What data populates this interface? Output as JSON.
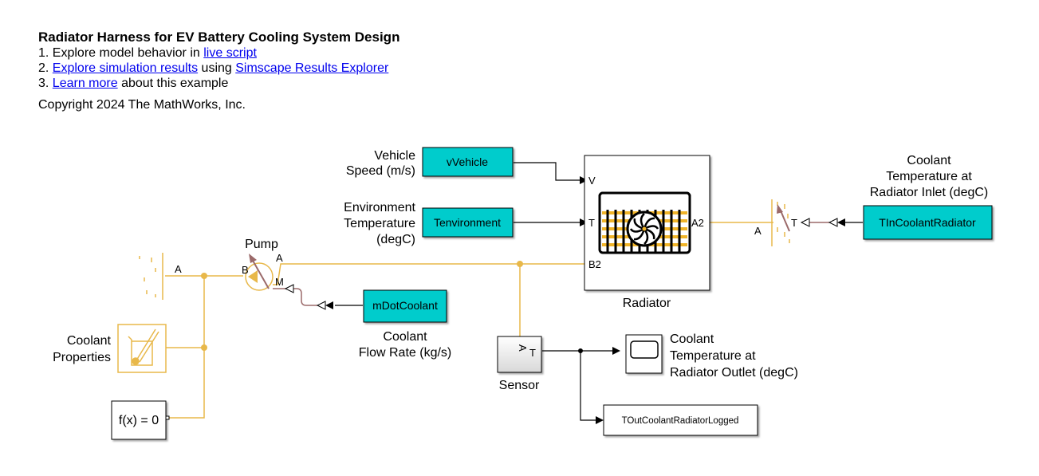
{
  "header": {
    "title": "Radiator Harness for EV Battery Cooling System Design",
    "line1": {
      "prefix": "1. Explore model behavior in ",
      "link": "live script"
    },
    "line2": {
      "prefix": "2. ",
      "link1": "Explore simulation results",
      "mid": " using ",
      "link2": "Simscape Results Explorer"
    },
    "line3": {
      "prefix": "3. ",
      "link": "Learn more",
      "suffix": " about this example"
    },
    "copyright": "Copyright 2024 The MathWorks, Inc."
  },
  "colors": {
    "block_cyan": "#00cccc",
    "thermal_liquid": "#e8b84a",
    "physical_signal": "#9b6a6a",
    "signal": "#000000"
  },
  "blocks": {
    "vVehicle": {
      "text": "vVehicle",
      "label_line1": "Vehicle",
      "label_line2": "Speed (m/s)"
    },
    "tEnv": {
      "text": "Tenvironment",
      "label_line1": "Environment",
      "label_line2": "Temperature",
      "label_line3": "(degC)"
    },
    "radiator": {
      "label": "Radiator",
      "port_v": "V",
      "port_t": "T",
      "port_a2": "A2",
      "port_b2": "B2",
      "icon": "radiator-fan-icon"
    },
    "tIn": {
      "text": "TInCoolantRadiator",
      "label_line1": "Coolant",
      "label_line2": "Temperature at",
      "label_line3": "Radiator Inlet (degC)",
      "port_a": "A",
      "port_t": "T"
    },
    "pump": {
      "label": "Pump",
      "port_a": "A",
      "port_b": "B",
      "port_m": "M"
    },
    "reservoir": {
      "port_a": "A"
    },
    "mDot": {
      "text": "mDotCoolant",
      "label_line1": "Coolant",
      "label_line2": "Flow Rate (kg/s)"
    },
    "props": {
      "label_line1": "Coolant",
      "label_line2": "Properties"
    },
    "solver": {
      "text": "f(x) = 0"
    },
    "sensor": {
      "label": "Sensor",
      "port_a": "A",
      "port_t": "T"
    },
    "scope": {
      "label_line1": "Coolant",
      "label_line2": "Temperature at",
      "label_line3": "Radiator Outlet (degC)"
    },
    "logged": {
      "text": "TOutCoolantRadiatorLogged"
    }
  }
}
